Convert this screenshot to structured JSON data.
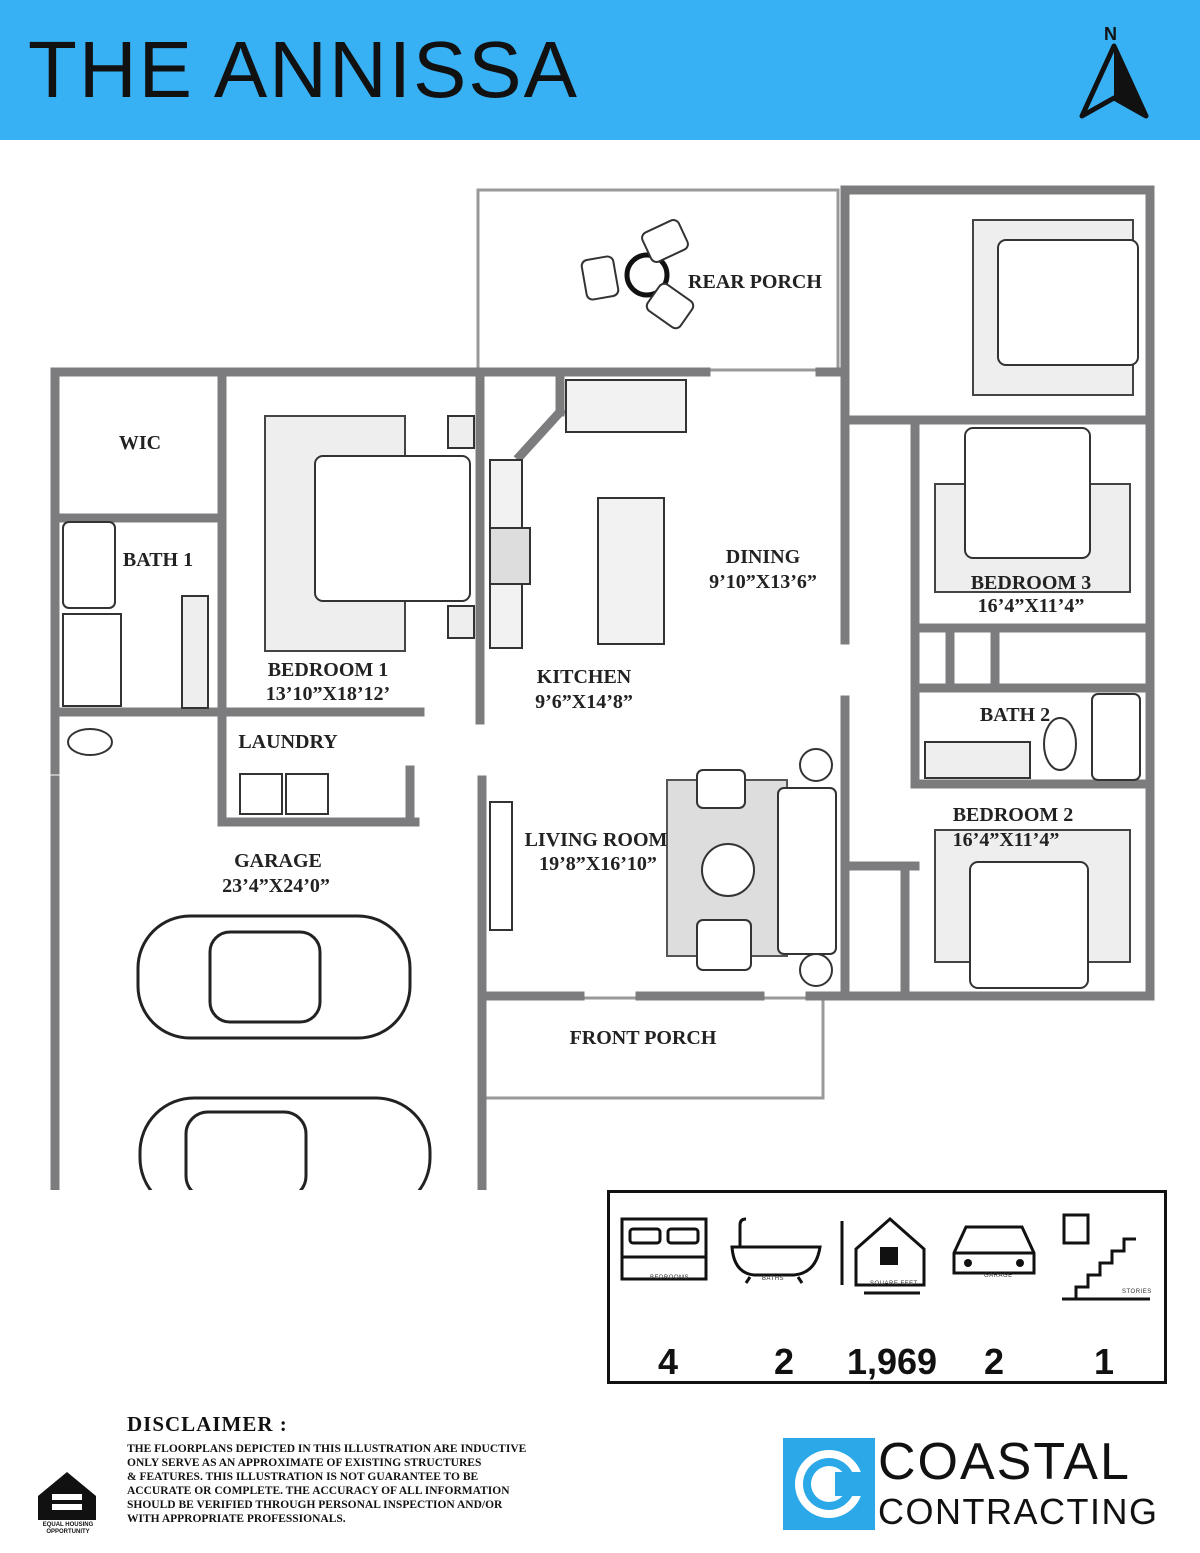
{
  "header": {
    "title": "THE ANNISSA",
    "north_label": "N"
  },
  "rooms": {
    "rear_porch": "REAR PORCH",
    "wic": "WIC",
    "bath1": "BATH 1",
    "bedroom1": "BEDROOM 1",
    "bedroom1_dim": "13’10”X18’12’",
    "laundry": "LAUNDRY",
    "kitchen": "KITCHEN",
    "kitchen_dim": "9’6”X14’8”",
    "dining": "DINING",
    "dining_dim": "9’10”X13’6”",
    "bedroom3": "BEDROOM 3",
    "bedroom3_dim": "16’4”X11’4”",
    "bath2": "BATH 2",
    "bedroom2": "BEDROOM 2",
    "bedroom2_dim": "16’4”X11’4”",
    "garage": "GARAGE",
    "garage_dim": "23’4”X24’0”",
    "living": "LIVING ROOM",
    "living_dim": "19’8”X16’10”",
    "front_porch": "FRONT PORCH"
  },
  "stats": [
    {
      "caption": "BEDROOMS",
      "value": "4",
      "icon": "bed-icon"
    },
    {
      "caption": "BATHS",
      "value": "2",
      "icon": "bathtub-icon"
    },
    {
      "caption": "SQUARE FEET",
      "value": "1,969",
      "icon": "house-icon"
    },
    {
      "caption": "GARAGE",
      "value": "2",
      "icon": "car-icon"
    },
    {
      "caption": "STORIES",
      "value": "1",
      "icon": "stairs-icon"
    }
  ],
  "disclaimer": {
    "title": "DISCLAIMER :",
    "lines": [
      "THE FLOORPLANS DEPICTED IN THIS ILLUSTRATION ARE INDUCTIVE",
      "ONLY SERVE AS AN APPROXIMATE OF EXISTING STRUCTURES",
      "& FEATURES. THIS ILLUSTRATION IS NOT GUARANTEE TO BE",
      "ACCURATE OR COMPLETE. THE ACCURACY OF ALL INFORMATION",
      "SHOULD BE VERIFIED THROUGH PERSONAL  INSPECTION AND/OR",
      "WITH APPROPRIATE PROFESSIONALS."
    ]
  },
  "equal_housing": {
    "line1": "EQUAL HOUSING",
    "line2": "OPPORTUNITY"
  },
  "brand": {
    "name": "COASTAL",
    "sub": "CONTRACTING",
    "color": "#2ba8e8"
  }
}
